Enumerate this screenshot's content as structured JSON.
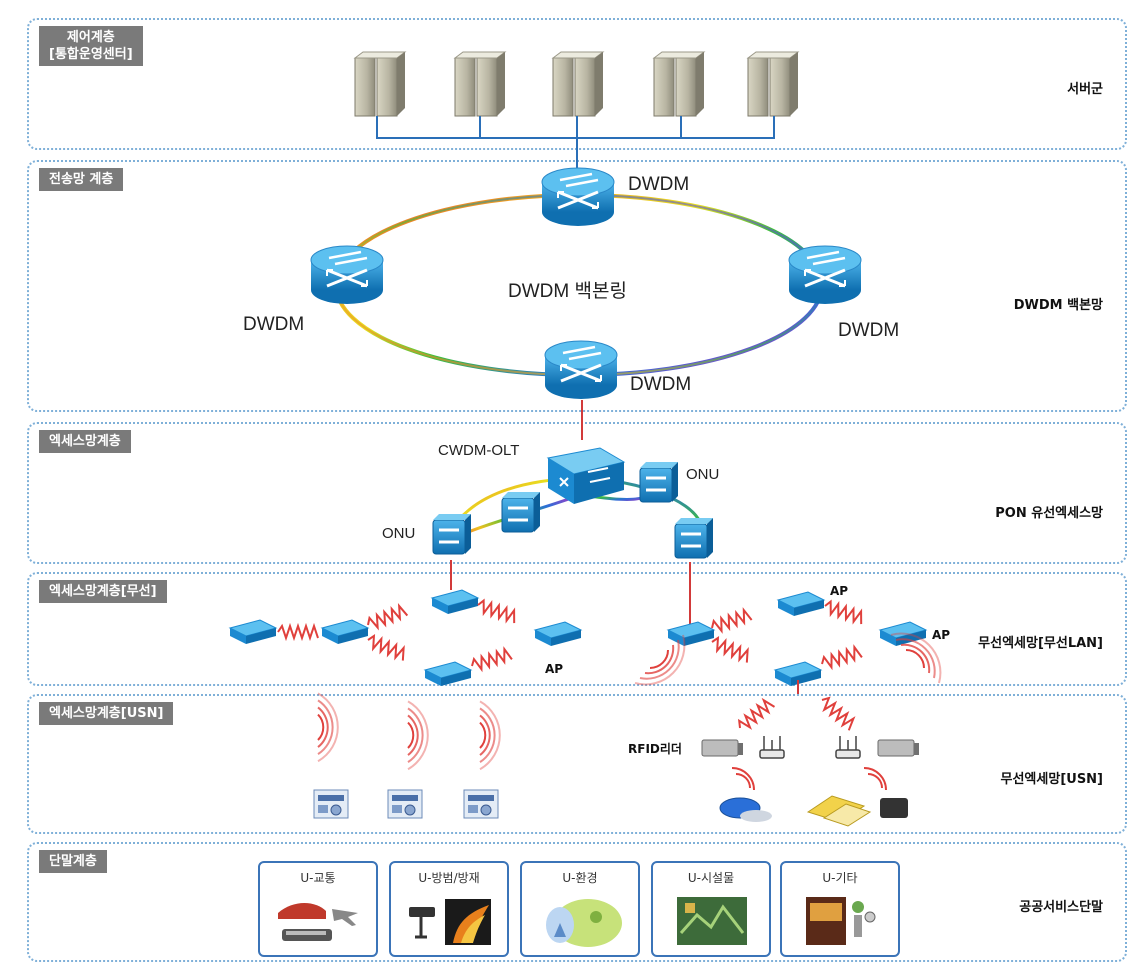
{
  "layers": [
    {
      "tag": "제어계층\n[통합운영센터]",
      "right_label": "서버군"
    },
    {
      "tag": "전송망 계층",
      "right_label": "DWDM 백본망"
    },
    {
      "tag": "엑세스망계층",
      "right_label": "PON 유선엑세스망"
    },
    {
      "tag": "엑세스망계층[무선]",
      "right_label": "무선엑세망[무선LAN]"
    },
    {
      "tag": "엑세스망계층[USN]",
      "right_label": "무선엑세망[USN]"
    },
    {
      "tag": "단말계층",
      "right_label": "공공서비스단말"
    }
  ],
  "transport": {
    "node_label": "DWDM",
    "ring_label": "DWDM 백본링"
  },
  "access": {
    "olt_label": "CWDM-OLT",
    "onu_label": "ONU"
  },
  "wireless": {
    "ap_label": "AP"
  },
  "usn": {
    "rfid_label": "RFID리더"
  },
  "services": [
    "U-교통",
    "U-방범/방재",
    "U-환경",
    "U-시설물",
    "U-기타"
  ],
  "icons": {
    "server": "server-icon",
    "dwdm": "dwdm-router-icon",
    "olt": "olt-switch-icon",
    "onu": "onu-icon",
    "ap": "access-point-icon",
    "sensor": "sensor-node-icon",
    "rfid": "rfid-reader-icon",
    "signal": "radio-wave-icon"
  },
  "colors": {
    "layer_border": "#7fb0d8",
    "tag_bg": "#7a7a7a",
    "device_blue": "#1c8ad1",
    "link_blue": "#2a6fb8",
    "wave_red": "#e0403c"
  }
}
